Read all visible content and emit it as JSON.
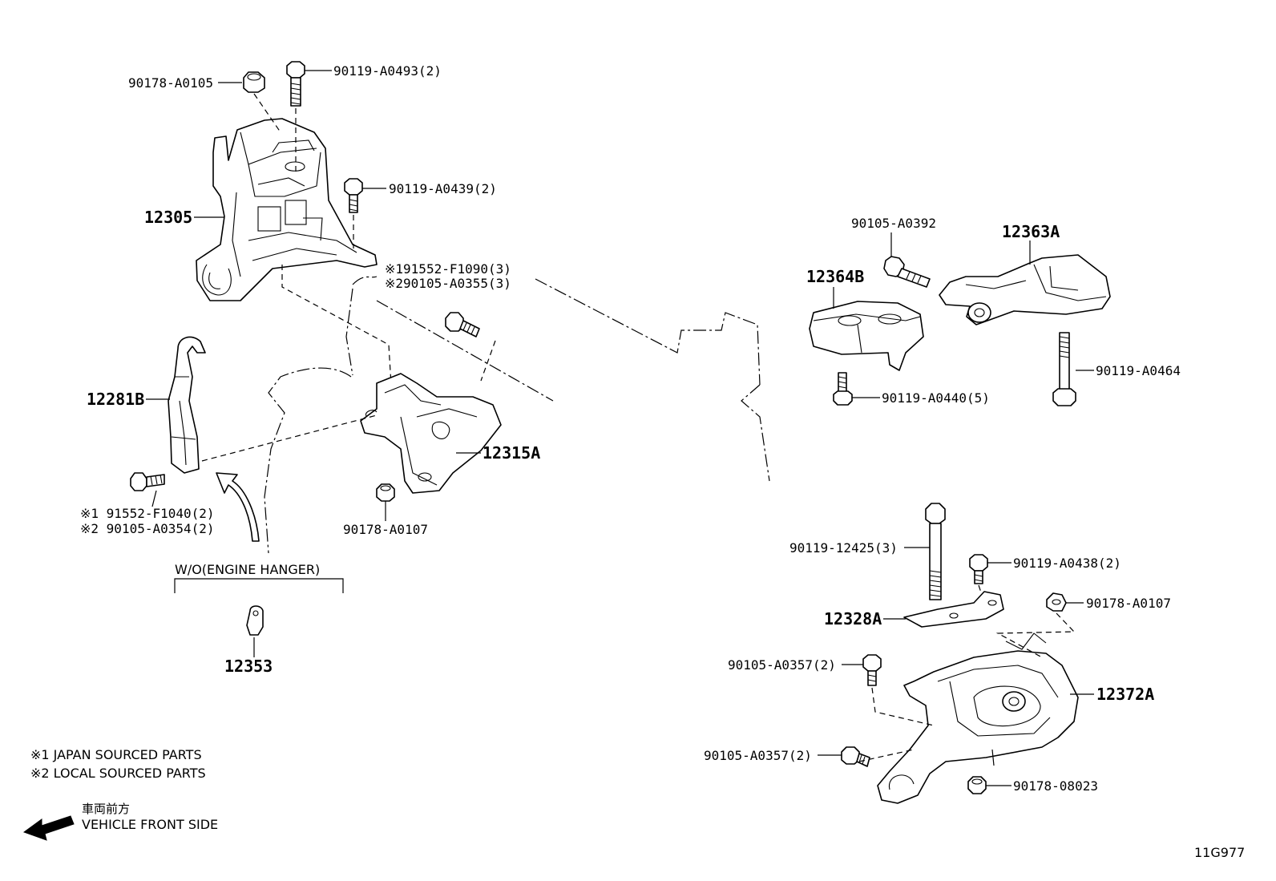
{
  "parts": {
    "p_12305": "12305",
    "p_90178_A0105": "90178-A0105",
    "p_90119_A0493": "90119-A0493(2)",
    "p_90119_A0439": "90119-A0439(2)",
    "p_note_1_91552_F1090": "※191552-F1090(3)",
    "p_note_2_90105_A0355": "※290105-A0355(3)",
    "p_12281B": "12281B",
    "p_note_1_91552_F1040": "※1 91552-F1040(2)",
    "p_note_2_90105_A0354": "※2 90105-A0354(2)",
    "p_12315A": "12315A",
    "p_90178_A0107_left": "90178-A0107",
    "p_wo_engine_hanger": "W/O(ENGINE HANGER)",
    "p_12353": "12353",
    "p_90105_A0392": "90105-A0392",
    "p_12363A": "12363A",
    "p_12364B": "12364B",
    "p_90119_A0464": "90119-A0464",
    "p_90119_A0440": "90119-A0440(5)",
    "p_90119_12425": "90119-12425(3)",
    "p_90119_A0438": "90119-A0438(2)",
    "p_90178_A0107_right": "90178-A0107",
    "p_12328A": "12328A",
    "p_90105_A0357_a": "90105-A0357(2)",
    "p_12372A": "12372A",
    "p_90105_A0357_b": "90105-A0357(2)",
    "p_90178_08023": "90178-08023"
  },
  "legend": {
    "japan": "※1 JAPAN SOURCED PARTS",
    "local": "※2 LOCAL SOURCED PARTS",
    "front_jp": "車両前方",
    "front_en": "VEHICLE FRONT SIDE"
  },
  "diagram_id": "11G977"
}
